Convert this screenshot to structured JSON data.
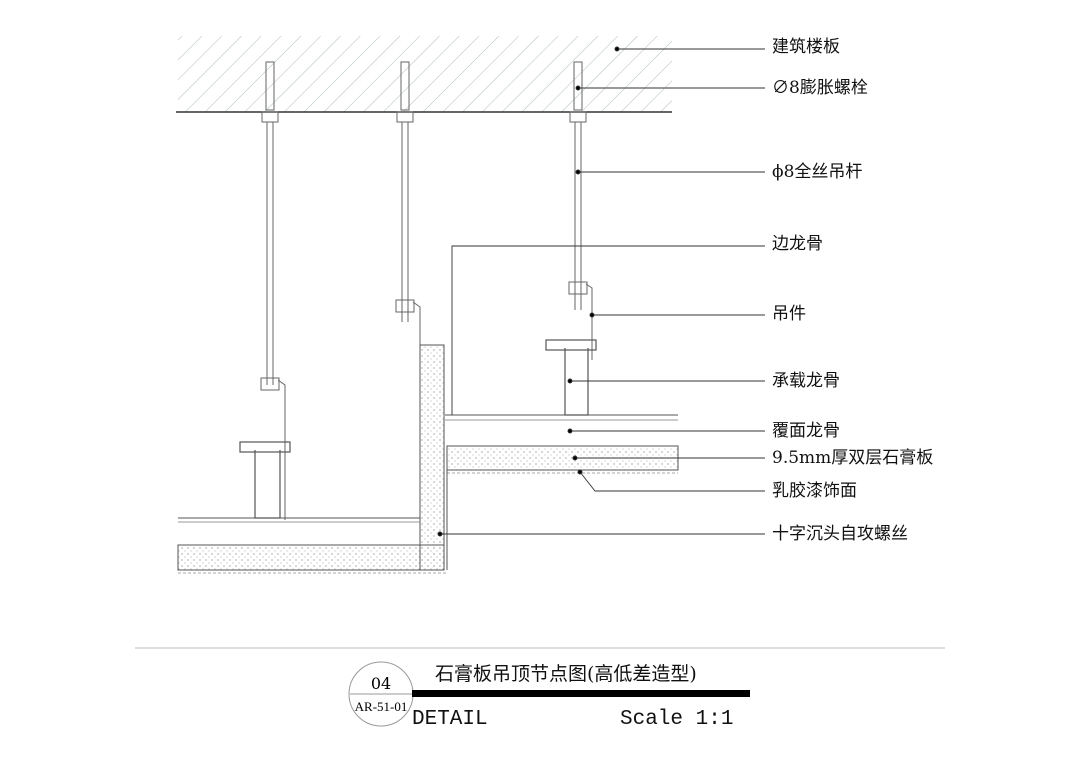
{
  "labels": [
    "建筑楼板",
    "∅8膨胀螺栓",
    "ϕ8全丝吊杆",
    "边龙骨",
    "吊件",
    "承载龙骨",
    "覆面龙骨",
    "9.5mm厚双层石膏板",
    "乳胶漆饰面",
    "十字沉头自攻螺丝"
  ],
  "title_block": {
    "title": "石膏板吊顶节点图(高低差造型)",
    "number": "04",
    "sheet_ref": "AR-51-01",
    "detail_label": "DETAIL",
    "scale_label": "Scale 1:1"
  }
}
